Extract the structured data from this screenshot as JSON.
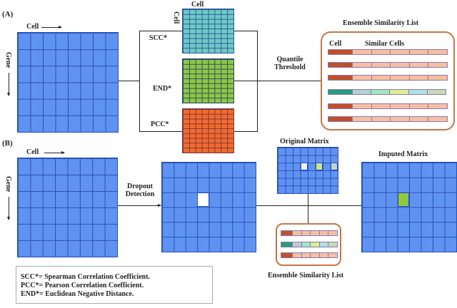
{
  "panel_a": {
    "label": "(A)",
    "cell_axis": "Cell",
    "gene_axis": "Gene",
    "similarity_cell_top": "Cell",
    "similarity_cell_side": "Cell",
    "methods": [
      "SCC*",
      "END*",
      "PCC*"
    ],
    "quantile_threshold": [
      "Quantile",
      "Threshold"
    ],
    "ensemble_title": "Ensemble Similarity List",
    "ensemble_col_cell": "Cell",
    "ensemble_col_similar": "Similar Cells"
  },
  "panel_b": {
    "label": "(B)",
    "cell_axis": "Cell",
    "gene_axis": "Gene",
    "dropout_detection": [
      "Dropout",
      "Detection"
    ],
    "original_matrix": "Original Matrix",
    "imputed_matrix": "Imputed Matrix",
    "ensemble_title": "Ensemble Similarity List"
  },
  "legend": [
    "SCC*= Spearman Correlation Coefficient.",
    "PCC*= Pearson Correlation Coefficient.",
    "END*= Euclidean Negative Distance."
  ],
  "colors": {
    "matrix": "#5f93f2",
    "scc": "#6fcac2",
    "end": "#8fc83c",
    "pcc": "#f46a2c",
    "cell_dark": "#c0502a",
    "similar_peach": "#f7bfa0",
    "teal_cell": "#2a9a80",
    "teal_row": [
      "#b8d0d0",
      "#a0e8c0",
      "#d8f090",
      "#b0e0e8",
      "#c8d8b8"
    ],
    "imputed_cell": "#8fc83c",
    "box_border": "#c8754a"
  }
}
